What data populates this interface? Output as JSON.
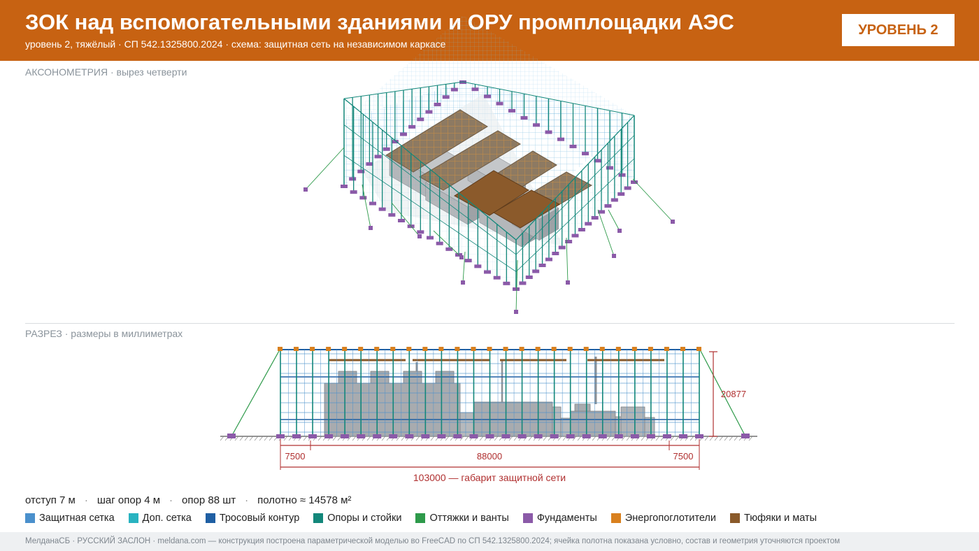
{
  "header": {
    "title": "ЗОК над вспомогательными зданиями и ОРУ промплощадки АЭС",
    "subtitle": "уровень 2, тяжёлый · СП 542.1325800.2024 · схема: защитная сеть на независимом каркасе",
    "level_badge": "УРОВЕНЬ 2"
  },
  "axon": {
    "label": "АКСОНОМЕТРИЯ · вырез четверти"
  },
  "section": {
    "label": "РАЗРЕЗ · размеры в миллиметрах",
    "dim_left": "7500",
    "dim_middle": "88000",
    "dim_right": "7500",
    "dim_total": "103000 — габарит защитной сети",
    "dim_height": "20877"
  },
  "stats": {
    "offset": "отступ 7 м",
    "step": "шаг опор 4 м",
    "supports": "опор 88 шт",
    "area": "полотно ≈ 14578 м²",
    "separator": "·"
  },
  "legend": [
    {
      "label": "Защитная сетка",
      "color": "#4a90cc"
    },
    {
      "label": "Доп. сетка",
      "color": "#29b3c0"
    },
    {
      "label": "Тросовый контур",
      "color": "#1f5fa3"
    },
    {
      "label": "Опоры и стойки",
      "color": "#13877a"
    },
    {
      "label": "Оттяжки и ванты",
      "color": "#2e9a4a"
    },
    {
      "label": "Фундаменты",
      "color": "#8b5aa8"
    },
    {
      "label": "Энергопоглотители",
      "color": "#d9801e"
    },
    {
      "label": "Тюфяки и маты",
      "color": "#8a5a2a"
    }
  ],
  "colors": {
    "header_bg": "#c76212",
    "dimension": "#b03030",
    "building": "#a8abaf",
    "roof": "#9a7a55"
  },
  "footer": {
    "text": "МелданаСБ · РУССКИЙ ЗАСЛОН · meldana.com — конструкция построена параметрической моделью во FreeCAD по СП 542.1325800.2024; ячейка полотна показана условно, состав и геометрия уточняются проектом"
  }
}
